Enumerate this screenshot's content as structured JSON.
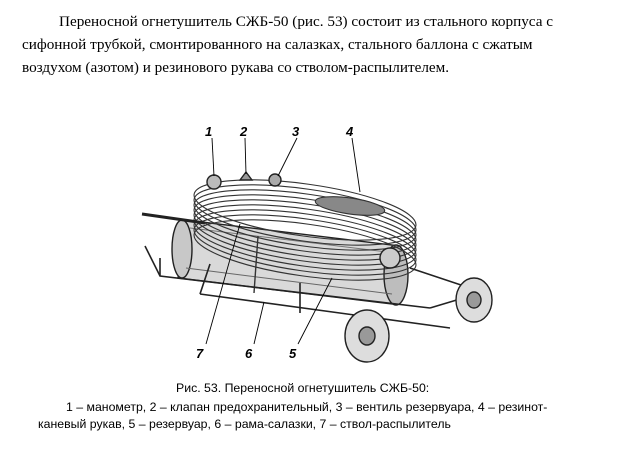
{
  "paragraph": {
    "line1": "Переносной огнетушитель СЖБ-50 (рис. 53) состоит из стального корпуса с",
    "line2": "сифонной трубкой, смонтированного на салазках, стального баллона с сжатым",
    "line3": "воздухом (азотом) и резинового рукава со стволом-распылителем."
  },
  "figure": {
    "callouts": {
      "n1": "1",
      "n2": "2",
      "n3": "3",
      "n4": "4",
      "n5": "5",
      "n6": "6",
      "n7": "7"
    }
  },
  "caption": {
    "title": "Рис. 53. Переносной огнетушитель СЖБ-50:",
    "line2": "1 – манометр, 2 – клапан предохранительный, 3 – вентиль резервуара, 4 – резинот-",
    "line3": "каневый рукав, 5 – резервуар, 6 – рама-салазки, 7 – ствол-распылитель"
  }
}
